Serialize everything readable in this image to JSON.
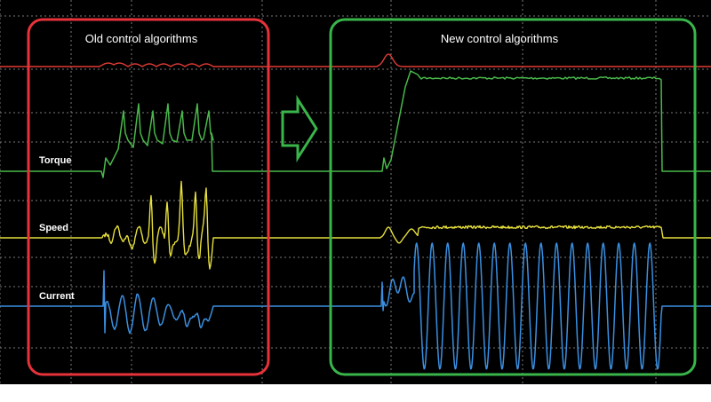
{
  "chart_data": {
    "type": "line",
    "panels": [
      {
        "id": "old",
        "title": "Old control algorithms",
        "border_color": "#e8323a"
      },
      {
        "id": "new",
        "title": "New control algorithms",
        "border_color": "#39b54a"
      }
    ],
    "trace_labels": {
      "torque": "Torque",
      "speed": "Speed",
      "current": "Current"
    },
    "grid": true,
    "arrow_color": "#39b54a",
    "colors": {
      "reference": "#e23b33",
      "torque": "#49b84a",
      "speed": "#e6df3c",
      "current": "#3a8fe0",
      "grid": "#7a7a7a",
      "background": "#000000"
    }
  }
}
